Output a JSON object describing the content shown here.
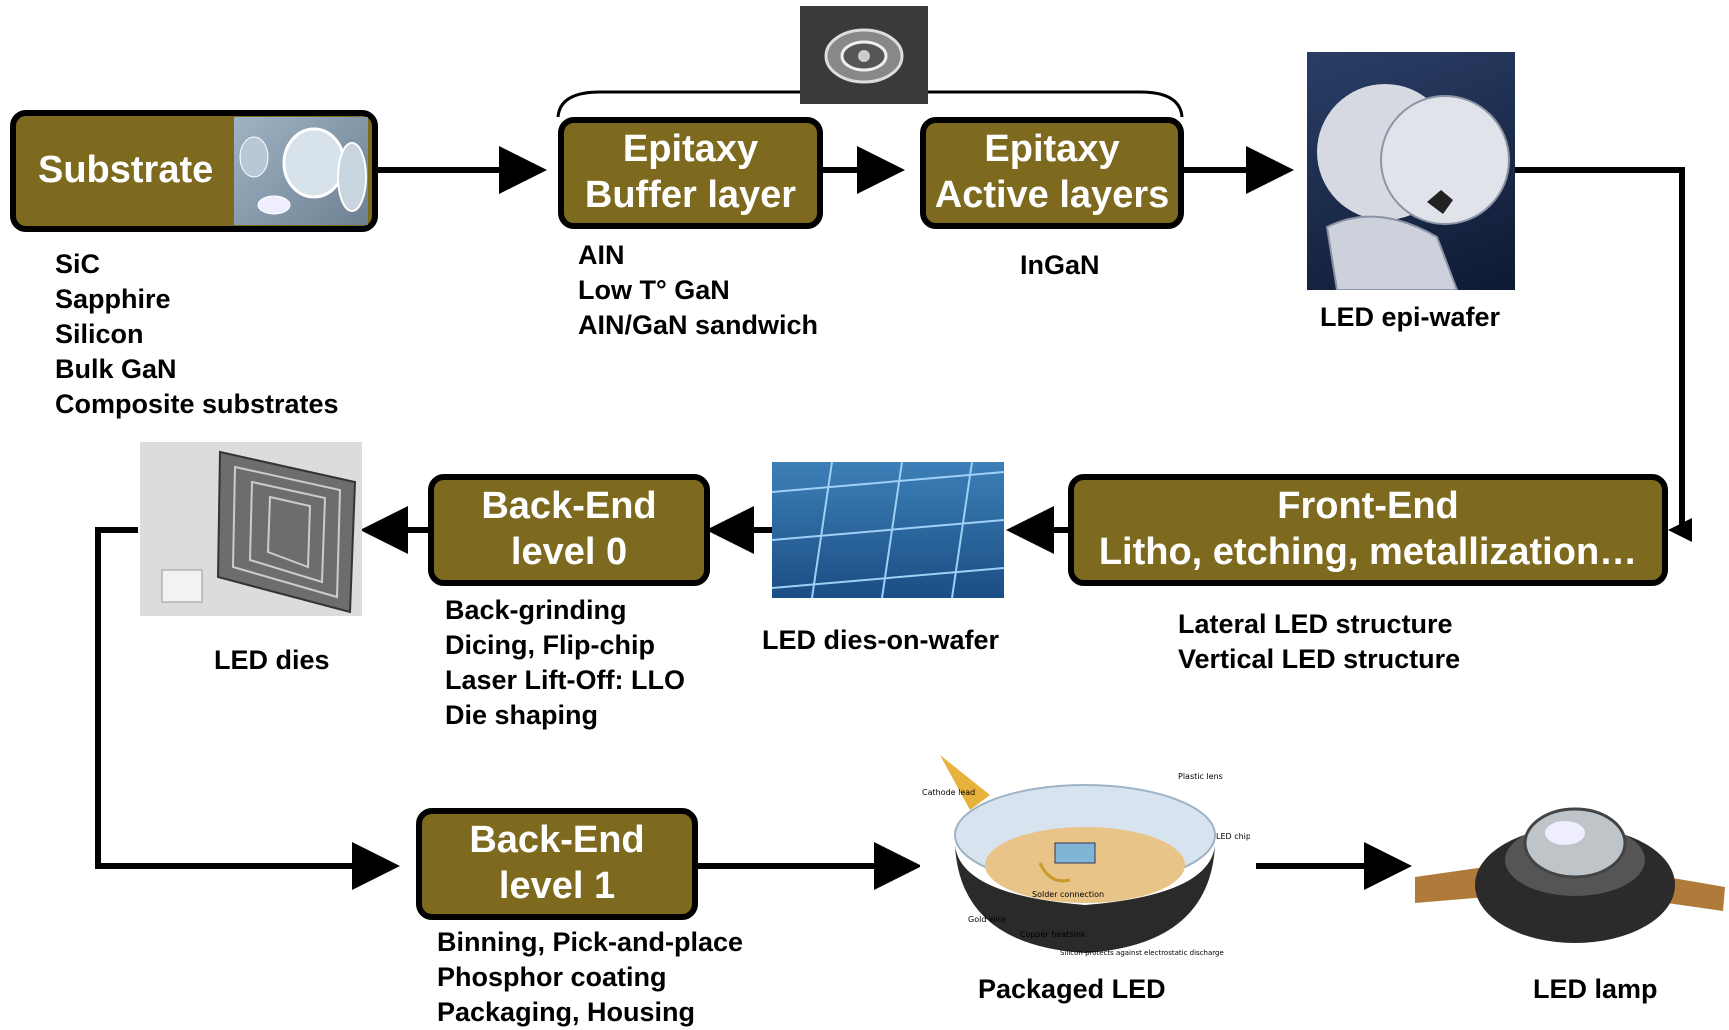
{
  "boxes": {
    "substrate": {
      "line1": "Substrate"
    },
    "epi_buffer": {
      "line1": "Epitaxy",
      "line2": "Buffer layer"
    },
    "epi_active": {
      "line1": "Epitaxy",
      "line2": "Active layers"
    },
    "front_end": {
      "line1": "Front-End",
      "line2": "Litho, etching, metallization…"
    },
    "back_end_0": {
      "line1": "Back-End",
      "line2": "level 0"
    },
    "back_end_1": {
      "line1": "Back-End",
      "line2": "level 1"
    }
  },
  "labels": {
    "substrate_list": [
      "SiC",
      "Sapphire",
      "Silicon",
      "Bulk GaN",
      "Composite substrates"
    ],
    "buffer_list": [
      "AIN",
      "Low T° GaN",
      "AIN/GaN sandwich"
    ],
    "active_list": [
      "InGaN"
    ],
    "epi_wafer": "LED epi-wafer",
    "front_end_list": [
      "Lateral LED structure",
      "Vertical LED structure"
    ],
    "dies_on_wafer": "LED dies-on-wafer",
    "back_end_0_list": [
      "Back-grinding",
      "Dicing, Flip-chip",
      "Laser Lift-Off: LLO",
      "Die shaping"
    ],
    "dies": "LED dies",
    "back_end_1_list": [
      "Binning, Pick-and-place",
      "Phosphor coating",
      "Packaging, Housing"
    ],
    "packaged": "Packaged LED",
    "lamp": "LED lamp"
  },
  "package_callouts": {
    "plastic_lens": "Plastic lens",
    "cathode_lead": "Cathode lead",
    "led_chip": "LED chip",
    "solder": "Solder connection",
    "gold_wire": "Gold wire",
    "copper_heatsink": "Copper heatsink",
    "silicon_protects": "Silicon protects against electrostatic discharge"
  },
  "colors": {
    "box_fill": "#7d6a1f",
    "box_border": "#000000",
    "arrow": "#000000"
  }
}
